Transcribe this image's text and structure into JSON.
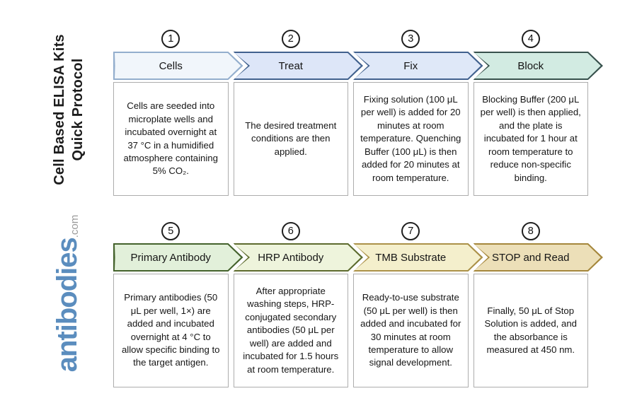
{
  "sidebar": {
    "title_line1": "Cell Based ELISA Kits",
    "title_line2": "Quick Protocol",
    "brand": {
      "name": "antibodies",
      "suffix": ".com",
      "name_color": "#5b8dbe",
      "suffix_color": "#9b9b9b"
    }
  },
  "steps": [
    {
      "number": "1",
      "label": "Cells",
      "description": "Cells are seeded into microplate wells and incubated overnight at 37 °C in a humidified atmosphere containing 5% CO₂.",
      "fill": "#f1f6fb",
      "border": "#93aecd"
    },
    {
      "number": "2",
      "label": "Treat",
      "description": "The desired treatment conditions are then applied.",
      "fill": "#dde6f8",
      "border": "#41618e"
    },
    {
      "number": "3",
      "label": "Fix",
      "description": "Fixing solution (100 μL per well) is added for 20 minutes at room temperature. Quenching Buffer (100 μL) is then added for 20 minutes at room temperature.",
      "fill": "#dfe8f8",
      "border": "#41618e"
    },
    {
      "number": "4",
      "label": "Block",
      "description": "Blocking Buffer (200 μL per well) is then applied, and the plate is incubated for 1 hour at room temperature to reduce non-specific binding.",
      "fill": "#d2ebe2",
      "border": "#37514c"
    },
    {
      "number": "5",
      "label": "Primary Antibody",
      "description": "Primary antibodies (50 μL per well, 1×) are added and incubated overnight at 4 °C to allow specific binding to the target antigen.",
      "fill": "#e2f0da",
      "border": "#44622c"
    },
    {
      "number": "6",
      "label": "HRP Antibody",
      "description": "After appropriate washing steps, HRP-conjugated secondary antibodies (50 μL per well) are added and incubated for 1.5 hours at room temperature.",
      "fill": "#eef4dc",
      "border": "#5d6b2e"
    },
    {
      "number": "7",
      "label": "TMB Substrate",
      "description": "Ready-to-use substrate (50 μL per well) is then added and incubated for 30 minutes at room temperature to allow signal development.",
      "fill": "#f4efcc",
      "border": "#ab9148"
    },
    {
      "number": "8",
      "label": "STOP and Read",
      "description": "Finally, 50 μL of Stop Solution is added, and the absorbance is measured at 450 nm.",
      "fill": "#ecdfb8",
      "border": "#a5873c"
    }
  ]
}
